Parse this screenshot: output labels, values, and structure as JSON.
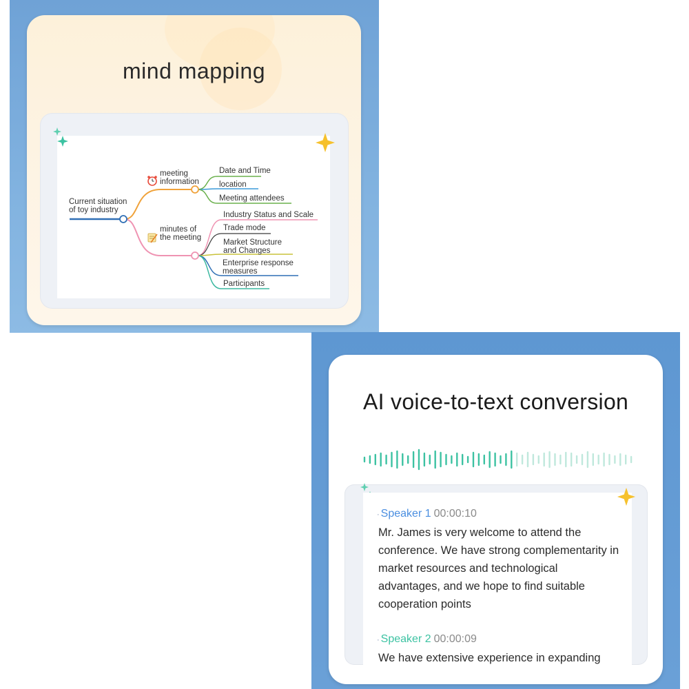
{
  "mind_map_card": {
    "title": "mind mapping",
    "root": "Current situation of toy industry",
    "branches": [
      {
        "label": "meeting information",
        "icon": "alarm-clock-icon",
        "children": [
          "Date and Time",
          "location",
          "Meeting attendees"
        ]
      },
      {
        "label": "minutes of the meeting",
        "icon": "memo-icon",
        "children": [
          "Industry Status and Scale",
          "Trade mode",
          "Market Structure and Changes",
          "Enterprise response measures",
          "Participants"
        ]
      }
    ]
  },
  "voice_card": {
    "title": "AI voice-to-text conversion",
    "entries": [
      {
        "speaker": "Speaker 1",
        "time": "00:00:10",
        "text": "Mr. James is very welcome to attend the conference. We have strong complementarity in market resources and technological advantages, and we hope to find suitable cooperation points"
      },
      {
        "speaker": "Speaker 2",
        "time": "00:00:09",
        "text": "We have extensive experience in expanding"
      }
    ]
  },
  "colors": {
    "panel_blue": "#6fa2d6",
    "accent_green": "#3cc2a2",
    "accent_blue": "#4a8ee0",
    "sparkle_yellow": "#f6c12d"
  }
}
